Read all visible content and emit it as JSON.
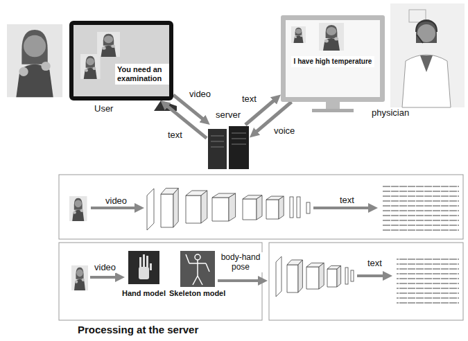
{
  "diagram": {
    "caption": "Processing at the server",
    "nodes": [
      {
        "text": [
          "You need an examination",
          "User"
        ]
      },
      {
        "text": [
          "server"
        ]
      },
      {
        "text": [
          "I have high temperature",
          "physician"
        ]
      }
    ],
    "edges": [
      {
        "from": 0,
        "to": 1,
        "label": "video",
        "arrow": "to"
      },
      {
        "from": 1,
        "to": 0,
        "label": "text",
        "arrow": "to"
      },
      {
        "from": 1,
        "to": 2,
        "label": "text",
        "arrow": "to"
      },
      {
        "from": 2,
        "to": 1,
        "label": "voice",
        "arrow": "to"
      }
    ],
    "labels": [
      "video",
      "text",
      "video",
      "Hand model",
      "Skeleton model",
      "body-hand pose",
      "text"
    ]
  }
}
